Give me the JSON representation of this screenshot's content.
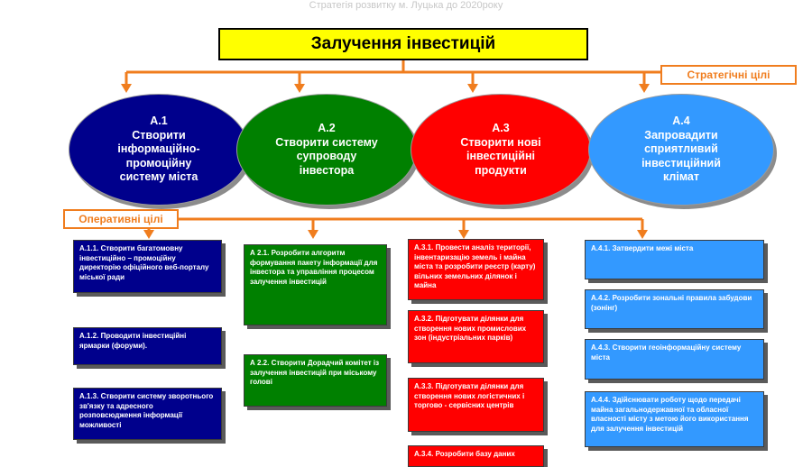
{
  "header": {
    "text": "Стратегія  розвитку м. Луцька  до 2020року"
  },
  "title": "Залучення інвестицій",
  "labels": {
    "strategic": "Стратегічні цілі",
    "operative": "Оперативні цілі"
  },
  "colors": {
    "accent_orange": "#f07d1e",
    "title_yellow": "#ffff00",
    "navy": "#00008c",
    "green": "#008000",
    "red": "#ff0000",
    "blue": "#3399ff"
  },
  "goals": [
    {
      "code": "А.1",
      "name": "Створити інформаційно-промоційну систему міста"
    },
    {
      "code": "А.2",
      "name": "Створити систему супроводу інвестора"
    },
    {
      "code": "А.3",
      "name": "Створити нові інвестиційні продукти"
    },
    {
      "code": "А.4",
      "name": "Запровадити сприятливий інвестиційний клімат"
    }
  ],
  "tasks": {
    "a1": [
      "А.1.1. Створити багатомовну інвестиційно – промоційну директорію офіційного веб-порталу міської ради",
      "А.1.2. Проводити інвестиційні ярмарки (форуми).",
      "А.1.3. Створити систему зворотнього зв'язку та адресного розповсюдження інформації можливості"
    ],
    "a2": [
      "А 2.1. Розробити алгоритм формування пакету інформації для інвестора та управління процесом залучення інвестицій",
      "А 2.2. Створити Дорадчий комітет із залучення інвестицій при міському голові"
    ],
    "a3": [
      "А.3.1. Провести аналіз території, інвентаризацію земель і майна міста та розробити реєстр (карту) вільних земельних ділянок і майна",
      "А.3.2. Підготувати ділянки для створення нових промислових зон (індустріальних парків)",
      "А.3.3. Підготувати ділянки для створення нових логістичних і торгово - сервісних центрів",
      "А.3.4. Розробити базу даних"
    ],
    "a4": [
      "А.4.1. Затвердити межі міста",
      "А.4.2. Розробити зональні правила забудови (зонінг)",
      "А.4.3. Створити геоінформаційну систему міста",
      "А.4.4. Здійснювати роботу щодо передачі майна загальнодержавної та обласної власності місту з метою його використання для залучення інвестицій"
    ]
  }
}
